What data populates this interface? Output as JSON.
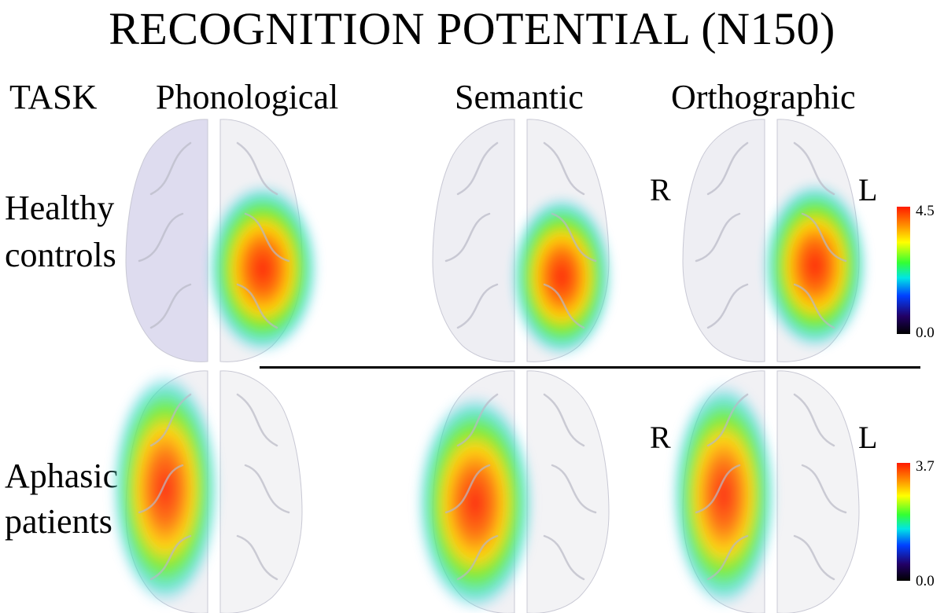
{
  "title": "RECOGNITION POTENTIAL (N150)",
  "header": {
    "task_label": "TASK",
    "columns": [
      "Phonological",
      "Semantic",
      "Orthographic"
    ]
  },
  "rows": [
    {
      "label_line1": "Healthy",
      "label_line2": "controls",
      "activation_hemisphere": "left",
      "colorbar": {
        "max": "4.5",
        "min": "0.0"
      }
    },
    {
      "label_line1": "Aphasic",
      "label_line2": "patients",
      "activation_hemisphere": "right",
      "colorbar": {
        "max": "3.7",
        "min": "0.0"
      }
    }
  ],
  "side_labels": {
    "right": "R",
    "left": "L"
  },
  "colors": {
    "colormap": [
      "#000000",
      "#220066",
      "#0040ff",
      "#00e5e5",
      "#33ff33",
      "#ffff00",
      "#ff9900",
      "#ff1a00"
    ],
    "cortex": "#e8e8ec",
    "background": "#ffffff"
  }
}
